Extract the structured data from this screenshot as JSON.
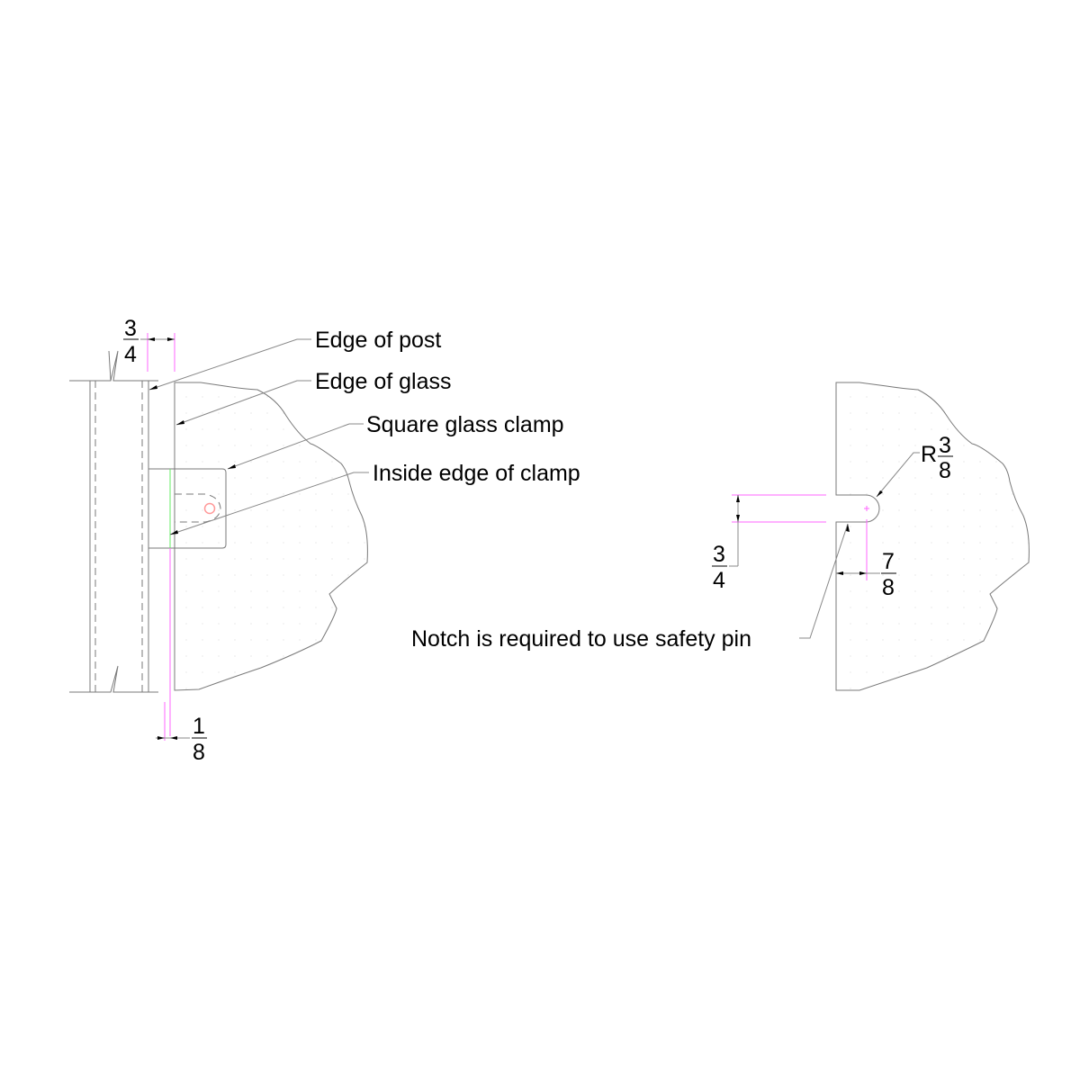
{
  "left_detail": {
    "callouts": [
      {
        "id": "edge-of-post",
        "label": "Edge of post"
      },
      {
        "id": "edge-of-glass",
        "label": "Edge of glass"
      },
      {
        "id": "square-glass-clamp",
        "label": "Square glass clamp"
      },
      {
        "id": "inside-edge-of-clamp",
        "label": "Inside edge of clamp"
      }
    ],
    "dimensions": {
      "post_offset": {
        "num": "3",
        "den": "4"
      },
      "glass_gap": {
        "num": "1",
        "den": "8"
      }
    }
  },
  "right_detail": {
    "notch_note": "Notch is required to use safety pin",
    "dimensions": {
      "notch_radius": {
        "prefix": "R",
        "num": "3",
        "den": "8"
      },
      "notch_width": {
        "num": "3",
        "den": "4"
      },
      "notch_depth": {
        "num": "7",
        "den": "8"
      }
    }
  },
  "colors": {
    "line": "#7a7a7a",
    "dimension_extension": "#ff66ff",
    "clamp_inside_edge": "#66ee66",
    "safety_pin": "#ff9999"
  }
}
